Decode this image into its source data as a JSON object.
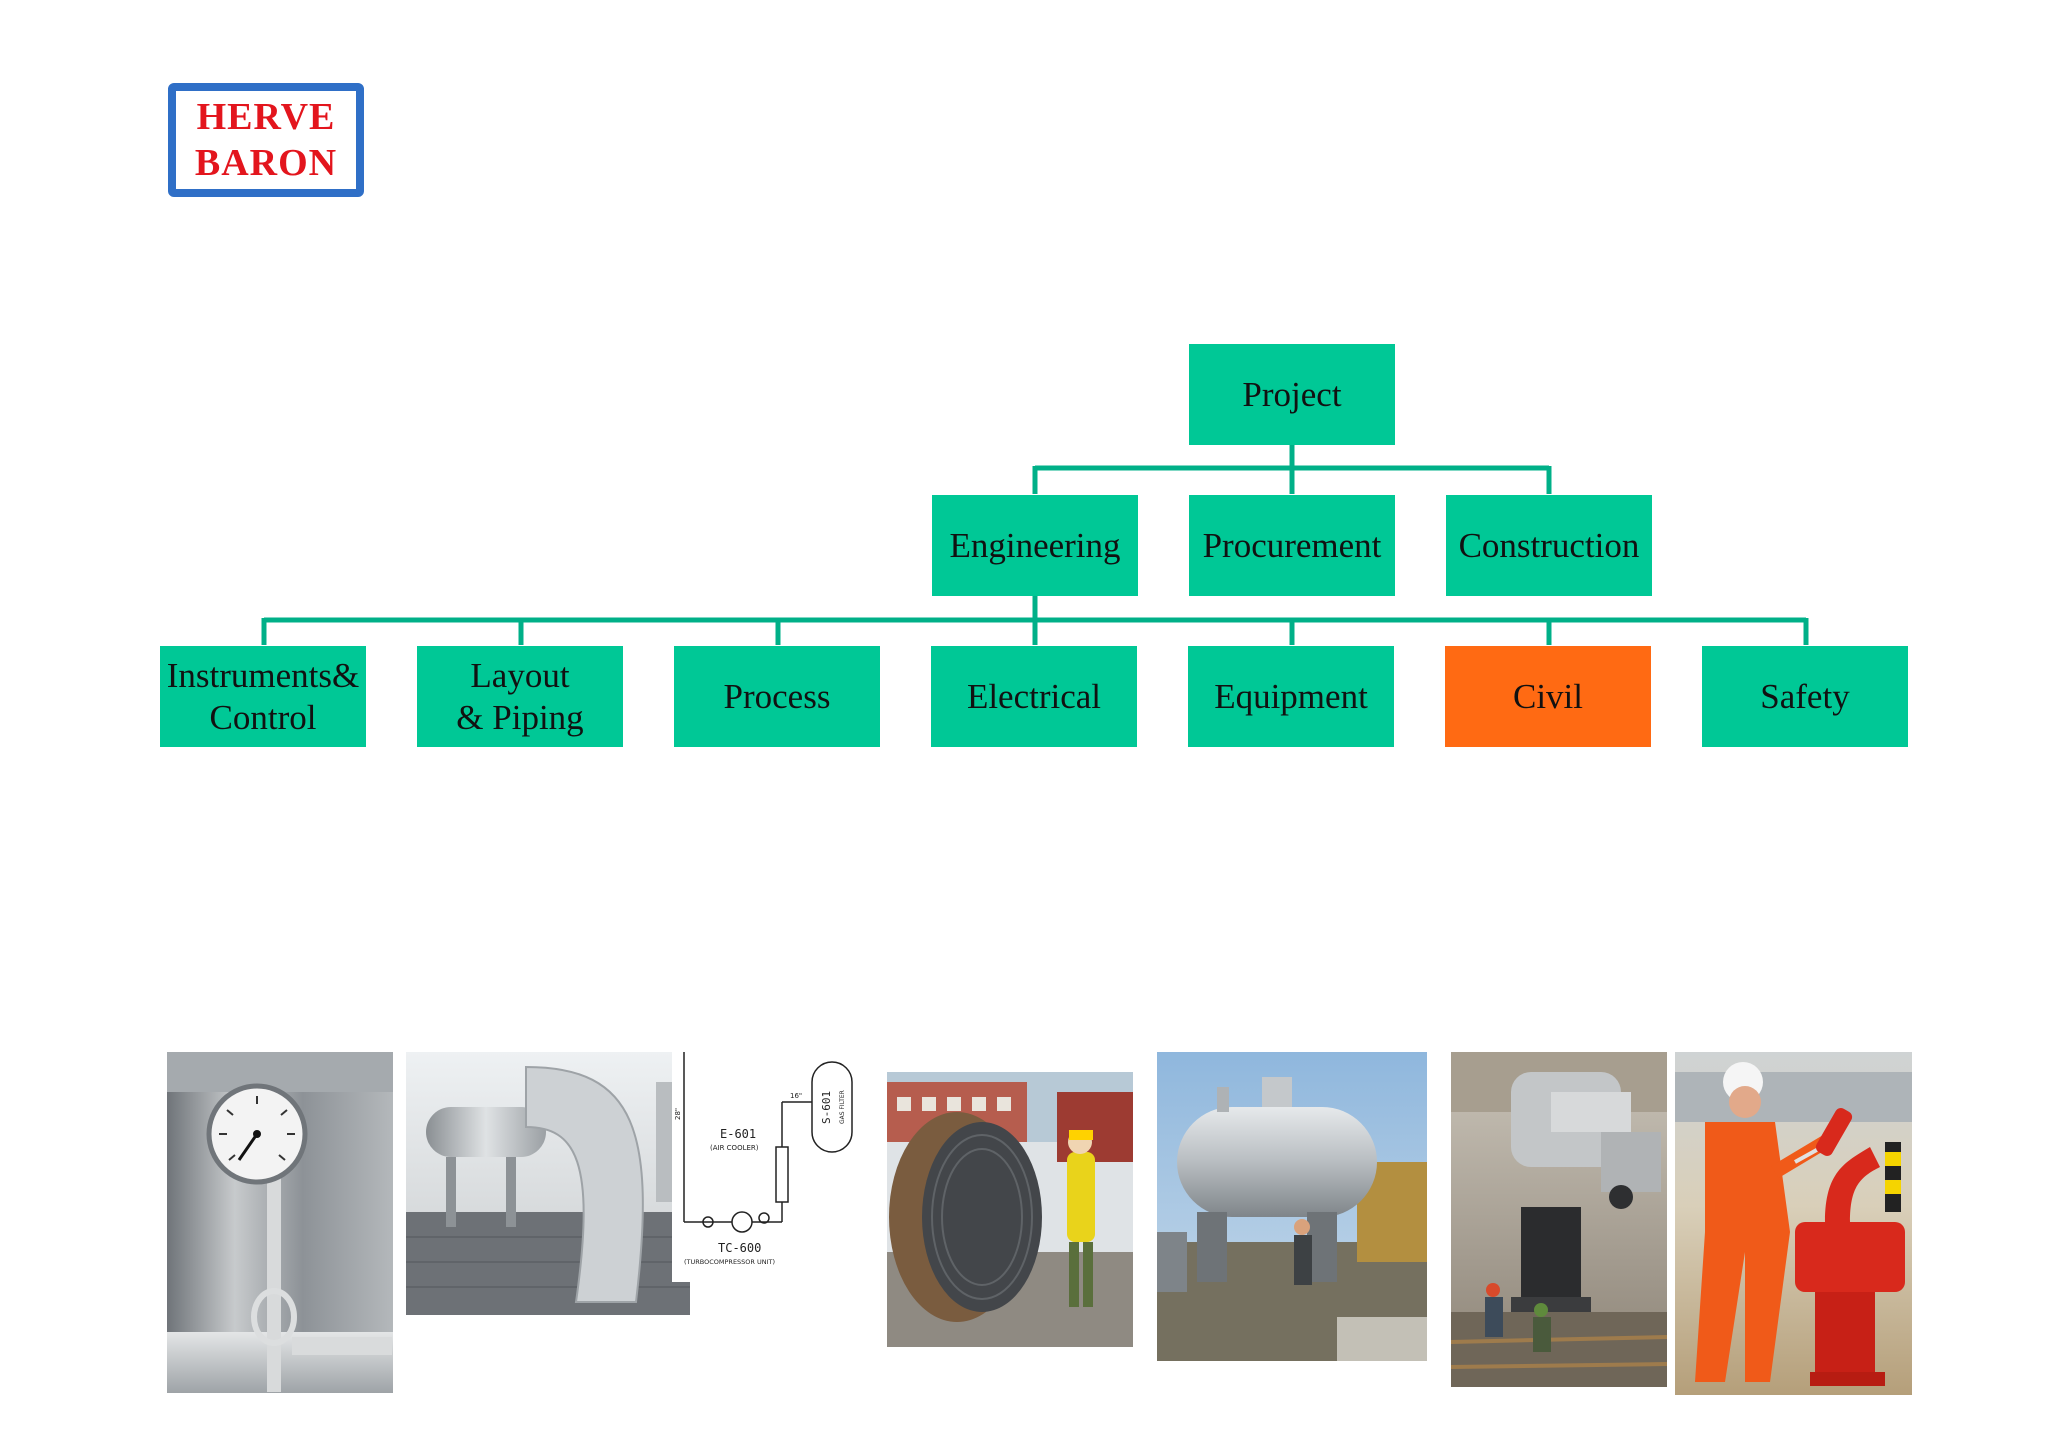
{
  "logo": {
    "line1": "HERVE",
    "line2": "BARON"
  },
  "colors": {
    "node_fill": "#00c896",
    "node_highlight": "#ff6a13",
    "connector": "#00b088",
    "logo_border": "#2f6fc7",
    "logo_text": "#e3151d"
  },
  "org_chart": {
    "root": "Project",
    "phases": [
      "Engineering",
      "Procurement",
      "Construction"
    ],
    "disciplines": [
      {
        "line1": "Instruments&",
        "line2": "Control"
      },
      {
        "line1": "Layout",
        "line2": "& Piping"
      },
      {
        "line1": "Process",
        "line2": ""
      },
      {
        "line1": "Electrical",
        "line2": ""
      },
      {
        "line1": "Equipment",
        "line2": ""
      },
      {
        "line1": "Civil",
        "line2": "",
        "highlighted": true
      },
      {
        "line1": "Safety",
        "line2": ""
      }
    ]
  },
  "photos": {
    "diagram_labels": {
      "cooler_tag": "E-601",
      "cooler_desc": "(AIR COOLER)",
      "compressor_tag": "TC-600",
      "compressor_desc": "(TURBOCOMPRESSOR UNIT)",
      "filter_tag": "S-601",
      "filter_desc": "GAS FILTER",
      "pipe_size_a": "28\"",
      "pipe_size_b": "16\""
    }
  }
}
